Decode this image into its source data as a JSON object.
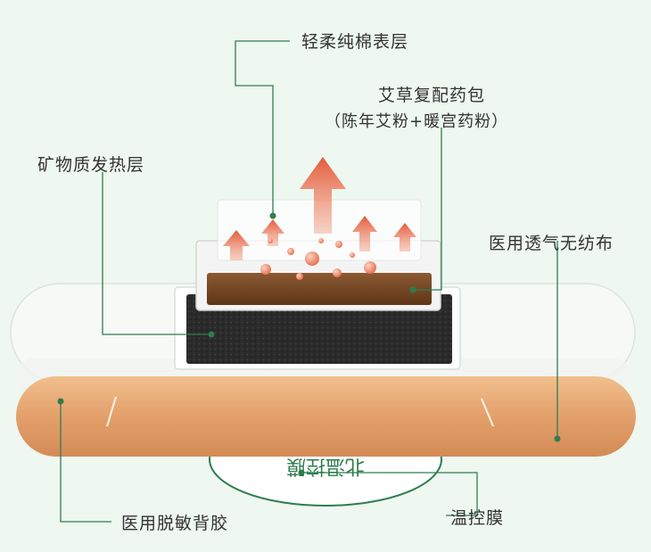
{
  "labels": {
    "soft_cotton_surface": "轻柔纯棉表层",
    "herbal_pack_title": "艾草复配药包",
    "herbal_pack_detail": "（陈年艾粉+暖宫药粉）",
    "mineral_heating_layer": "矿物质发热层",
    "breathable_nonwoven": "医用透气无纺布",
    "hypoallergenic_adhesive": "医用脱敏背胶",
    "temperature_control_film": "温控膜"
  },
  "film_text": "北温控膜",
  "colors": {
    "background": "#eef7f0",
    "leader_line": "#2e7d4f",
    "arrow": "#e9684a",
    "backing_tan": "#e4a26f",
    "heating_black": "#2c2c2c",
    "herbal_brown": "#7a4a26"
  }
}
